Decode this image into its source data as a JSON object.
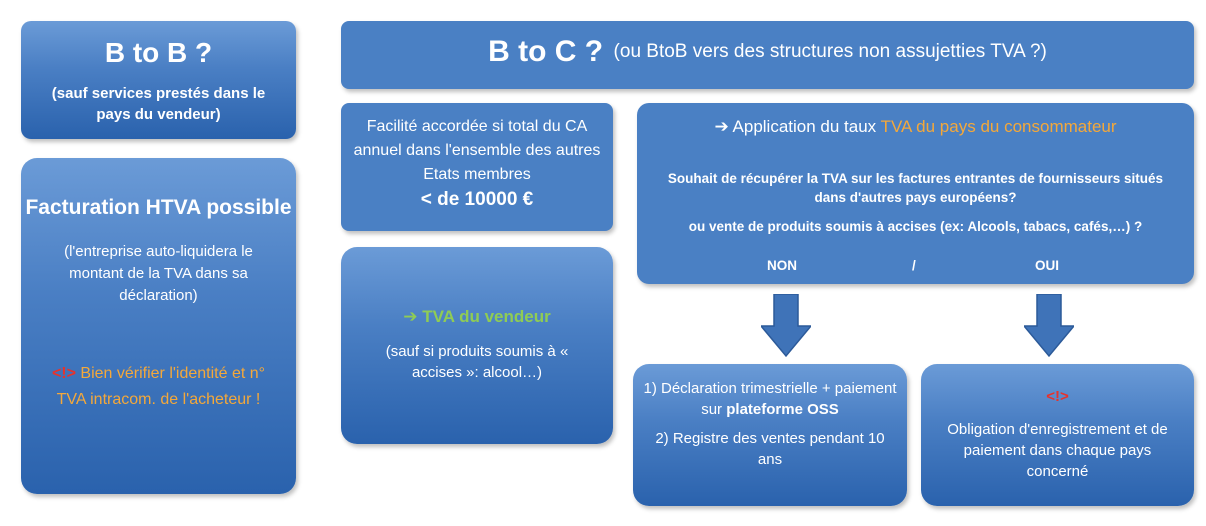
{
  "btob": {
    "title": "B to B ?",
    "subtitle": "(sauf services prestés dans le pays du vendeur)"
  },
  "htva": {
    "title": "Facturation HTVA possible",
    "text": "(l'entreprise auto-liquidera le montant de la TVA dans sa déclaration)",
    "warn_symbol": "<!>",
    "warn_text": " Bien vérifier l'identité et n° TVA intracom. de l'acheteur !"
  },
  "btoc": {
    "title": "B to C ?",
    "subtitle": "(ou BtoB vers des structures non assujetties TVA ?)"
  },
  "facilite": {
    "text": "Facilité accordée si total du CA annuel dans l'ensemble des autres Etats membres",
    "amount": "< de 10000 €"
  },
  "vendeur": {
    "arrow": "➔",
    "title": "TVA du vendeur",
    "note": "(sauf si produits soumis à « accises »: alcool…)"
  },
  "application": {
    "arrow": "➔",
    "prefix": " Application du taux ",
    "highlight": "TVA du pays du consommateur",
    "question1": "Souhait de récupérer la TVA sur les factures entrantes de fournisseurs situés dans d'autres pays européens?",
    "question2": "ou vente de produits soumis à accises (ex: Alcools, tabacs, cafés,…) ?",
    "non": "NON",
    "slash": "/",
    "oui": "OUI"
  },
  "oss": {
    "line1_prefix": "1) Déclaration trimestrielle + paiement sur ",
    "line1_bold": "plateforme OSS",
    "line2": "2) Registre des ventes pendant 10 ans"
  },
  "registration": {
    "warn_symbol": "<!>",
    "text": "Obligation d'enregistrement et de paiement dans chaque pays concerné"
  },
  "colors": {
    "box_blue": "#4a80c4",
    "highlight_orange": "#f4a83a",
    "arrow_green": "#8fcc55",
    "warning_red": "#e8322b"
  }
}
